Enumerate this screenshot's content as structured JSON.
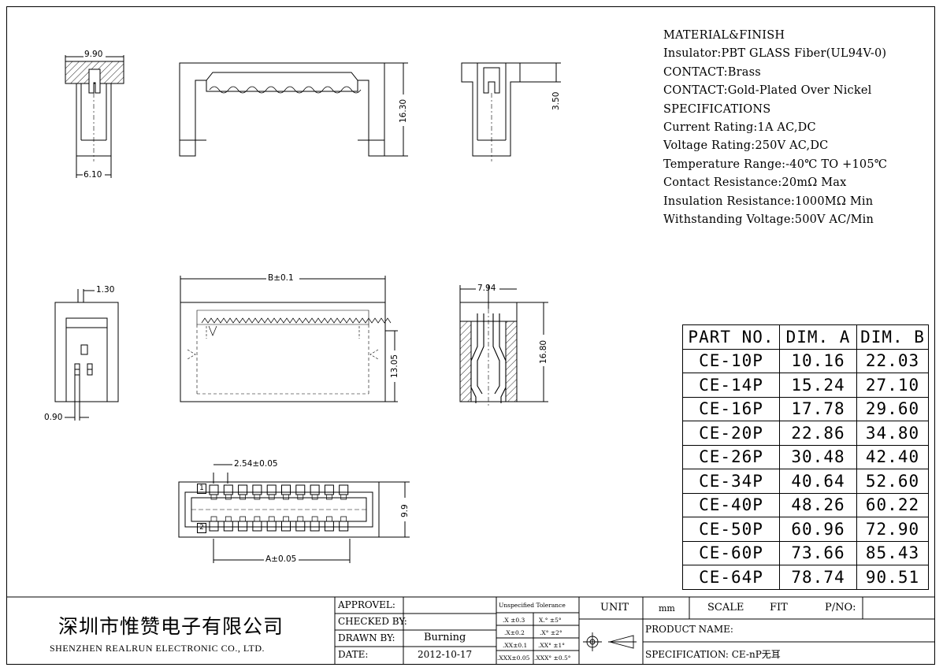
{
  "spec": {
    "title": "MATERIAL&FINISH",
    "lines": [
      "Insulator:PBT GLASS Fiber(UL94V-0)",
      "CONTACT:Brass",
      "CONTACT:Gold-Plated Over Nickel",
      "SPECIFICATIONS",
      "Current Rating:1A AC,DC",
      "Voltage Rating:250V AC,DC",
      "Temperature Range:-40℃ TO +105℃",
      "Contact Resistance:20mΩ  Max",
      "Insulation Resistance:1000MΩ  Min",
      "Withstanding Voltage:500V AC/Min"
    ]
  },
  "parts_table": {
    "headers": [
      "PART NO.",
      "DIM. A",
      "DIM. B"
    ],
    "rows": [
      [
        "CE-10P",
        "10.16",
        "22.03"
      ],
      [
        "CE-14P",
        "15.24",
        "27.10"
      ],
      [
        "CE-16P",
        "17.78",
        "29.60"
      ],
      [
        "CE-20P",
        "22.86",
        "34.80"
      ],
      [
        "CE-26P",
        "30.48",
        "42.40"
      ],
      [
        "CE-34P",
        "40.64",
        "52.60"
      ],
      [
        "CE-40P",
        "48.26",
        "60.22"
      ],
      [
        "CE-50P",
        "60.96",
        "72.90"
      ],
      [
        "CE-60P",
        "73.66",
        "85.43"
      ],
      [
        "CE-64P",
        "78.74",
        "90.51"
      ]
    ]
  },
  "dims": {
    "d990": "9.90",
    "d610": "6.10",
    "d1630": "16.30",
    "d350": "3.50",
    "d130": "1.30",
    "d090": "0.90",
    "dB": "B±0.1",
    "d1305": "13.05",
    "d794": "7.94",
    "d1680": "16.80",
    "d254": "2.54±0.05",
    "d99": "9.9",
    "dA": "A±0.05",
    "pin1": "1",
    "pin2": "2"
  },
  "title_block": {
    "company_cn": "深圳市惟赞电子有限公司",
    "company_en": "SHENZHEN REALRUN ELECTRONIC CO., LTD.",
    "approved_label": "APPROVEL:",
    "checked_label": "CHECKED BY:",
    "drawn_label": "DRAWN BY:",
    "drawn_value": "Burning",
    "date_label": "DATE:",
    "date_value": "2012-10-17",
    "tol_title": "Unspecified Tolerance",
    "tol": [
      ".X ±0.3",
      "X.° ±5°",
      ".X±0.2",
      ".X° ±2°",
      ".XX±0.1",
      ".XX° ±1°",
      ".XXX±0.05",
      ".XXX° ±0.5°"
    ],
    "unit_label": "UNIT",
    "unit_value": "mm",
    "scale_label": "SCALE",
    "scale_value": "FIT",
    "pno_label": "P/NO:",
    "product_label": "PRODUCT NAME:",
    "spec_label": "SPECIFICATION: CE-nP无耳"
  }
}
